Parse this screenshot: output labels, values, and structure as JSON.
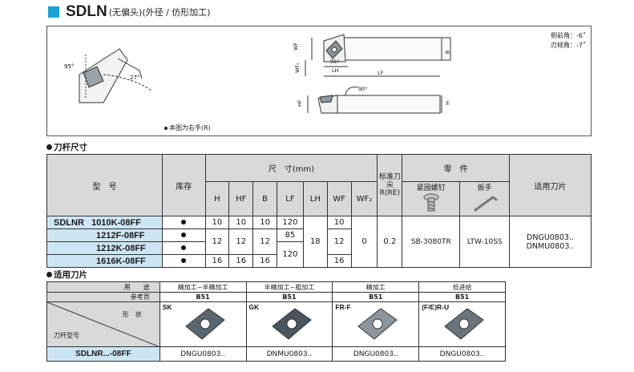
{
  "title": {
    "main": "SDLN",
    "sub": "(无偏头)(外径 / 仿形加工)"
  },
  "drawing": {
    "angle_side": "侧前角：-6˚",
    "angle_edge": "刃倾角：-7˚",
    "hand_note": "本图为右手(R)",
    "labels": {
      "wf": "WF",
      "wf2": "WF₂",
      "lh": "LH",
      "lf": "LF",
      "b": "B",
      "h1": "HF",
      "h2": "H",
      "a95a": "95°",
      "a95b": "95°",
      "a27": "27°",
      "a90": "90°"
    }
  },
  "spec_section": "刀杆尺寸",
  "spec_table": {
    "model_header": "型　号",
    "stock_header": "库存",
    "dims_header": "尺　寸(mm)",
    "dim_cols": [
      "H",
      "HF",
      "B",
      "LF",
      "LH",
      "WF",
      "WF₂"
    ],
    "radius_header": "标准刀尖R(RE)",
    "parts_header": "零　件",
    "screw_header": "紧固螺钉",
    "wrench_header": "扳手",
    "insert_header": "适用刀片",
    "prefix": "SDLNR",
    "rows": [
      {
        "model": "1010K-08FF",
        "h": "10",
        "hf": "10",
        "b": "10",
        "lf": "120",
        "wf": "10"
      },
      {
        "model": "1212F-08FF",
        "h": "12",
        "hf": "12",
        "b": "12",
        "lf": "85",
        "wf": "12"
      },
      {
        "model": "1212K-08FF"
      },
      {
        "model": "1616K-08FF",
        "h": "16",
        "hf": "16",
        "b": "16",
        "lf": "120",
        "wf": "16"
      }
    ],
    "lh": "18",
    "wf2": "0",
    "re": "0.2",
    "screw": "SB-3080TR",
    "wrench": "LTW-10SS",
    "inserts": [
      "DNGU0803..",
      "DNMU0803.."
    ]
  },
  "ins_section": "适用刀片",
  "ins_table": {
    "use_label": "用　　途",
    "page_label": "参考页",
    "shape_label": "形　状",
    "holder_label": "刀杆型号",
    "holder_model": "SDLNR...-08FF",
    "cols": [
      {
        "use": "精加工~半精加工",
        "page": "B51",
        "code": "SK",
        "insert": "DNGU0803..",
        "color": "#5b6770"
      },
      {
        "use": "半精加工~粗加工",
        "page": "B51",
        "code": "GK",
        "insert": "DNMU0803..",
        "color": "#4a5560"
      },
      {
        "use": "精加工",
        "page": "B51",
        "code": "FR-F",
        "insert": "DNGU0803..",
        "color": "#8d969e"
      },
      {
        "use": "低进给",
        "page": "B51",
        "code": "(F/E)R-U",
        "insert": "DNGU0803..",
        "color": "#6a747c"
      }
    ]
  }
}
